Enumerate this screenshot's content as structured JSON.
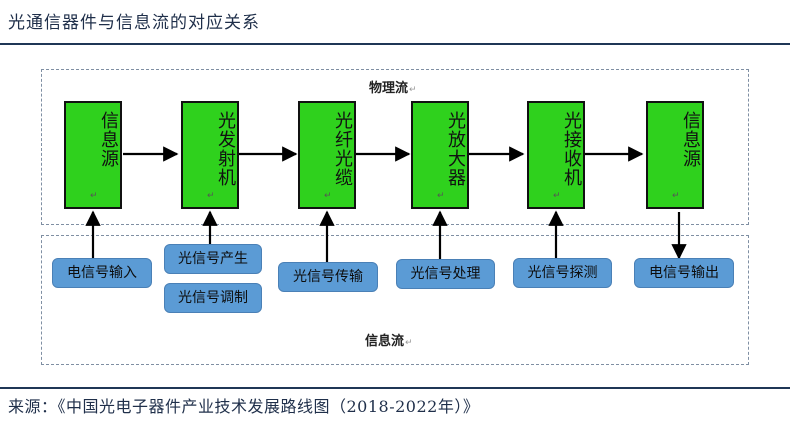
{
  "title": "光通信器件与信息流的对应关系",
  "source": "来源：《中国光电子器件产业技术发展路线图（2018-2022年）》",
  "physical_flow_label": "物理流",
  "info_flow_label": "信息流",
  "return_mark": "↵",
  "components": [
    {
      "label": "信息源"
    },
    {
      "label": "光发射机"
    },
    {
      "label": "光纤光缆"
    },
    {
      "label": "光放大器"
    },
    {
      "label": "光接收机"
    },
    {
      "label": "信息源"
    }
  ],
  "signals": {
    "input": "电信号输入",
    "generation": "光信号产生",
    "modulation": "光信号调制",
    "transmission": "光信号传输",
    "processing": "光信号处理",
    "detection": "光信号探测",
    "output": "电信号输出"
  },
  "colors": {
    "component_fill": "#2fd11d",
    "signal_fill": "#5b9bd5",
    "rule": "#1f3656"
  }
}
